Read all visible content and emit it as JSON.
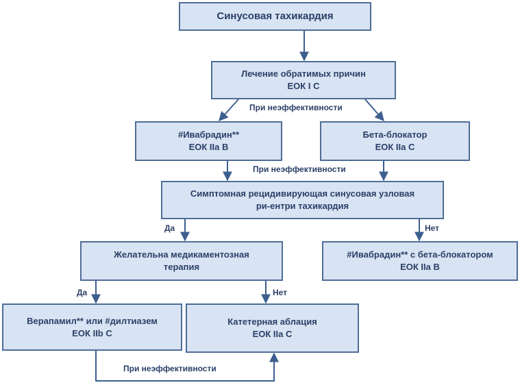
{
  "colors": {
    "box_fill": "#d8e3f3",
    "box_border": "#4e6d96",
    "text": "#2b3f67",
    "arrow": "#3d5f8f"
  },
  "nodes": {
    "sinus": {
      "line1": "Синусовая тахикардия"
    },
    "treat": {
      "line1": "Лечение обратимых причин",
      "line2": "ЕОК I C"
    },
    "ivab": {
      "line1": "#Ивабрадин**",
      "line2": "ЕОК IIa B"
    },
    "beta": {
      "line1": "Бета-блокатор",
      "line2": "ЕОК IIa C"
    },
    "sym": {
      "line1": "Симптомная рецидивирующая синусовая узловая",
      "line2": "ри-ентри тахикардия"
    },
    "med": {
      "line1": "Желательна медикаментозная",
      "line2": "терапия"
    },
    "ivabbeta": {
      "line1": "#Ивабрадин** с бета-блокатором",
      "line2": "ЕОК IIa B"
    },
    "vera": {
      "line1": "Верапамил** или #дилтиазем",
      "line2": "ЕОК IIb C"
    },
    "abl": {
      "line1": "Катетерная аблация",
      "line2": "ЕОК IIa C"
    }
  },
  "labels": {
    "ineff1": "При неэффективности",
    "ineff2": "При неэффективности",
    "ineff3": "При неэффективности",
    "yes1": "Да",
    "no1": "Нет",
    "yes2": "Да",
    "no2": "Нет"
  }
}
